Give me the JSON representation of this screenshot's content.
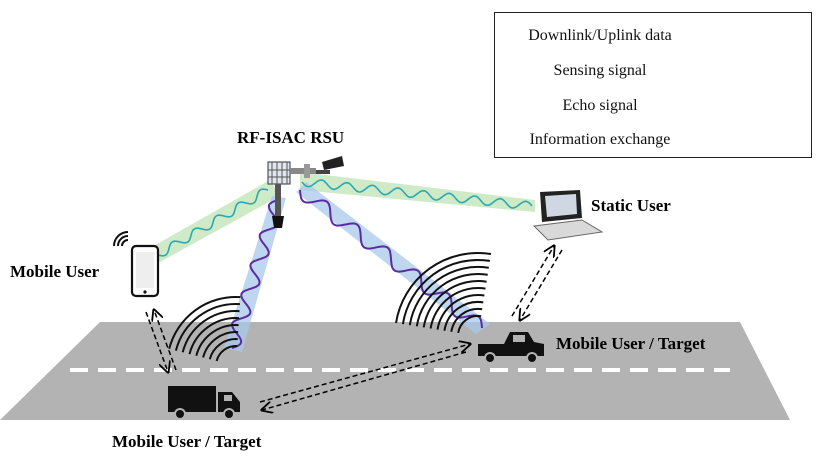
{
  "legend": {
    "items": [
      {
        "label": "Downlink/Uplink data",
        "icon": "cyan-wave-icon"
      },
      {
        "label": "Sensing signal",
        "icon": "purple-wave-icon"
      },
      {
        "label": "Echo signal",
        "icon": "echo-arcs-icon"
      },
      {
        "label": "Information exchange",
        "icon": "dashed-double-arrow-icon"
      }
    ]
  },
  "labels": {
    "rsu": "RF-ISAC RSU",
    "static_user": "Static User",
    "mobile_user": "Mobile User",
    "target_right": "Mobile User / Target",
    "target_bottom": "Mobile User / Target"
  },
  "colors": {
    "data_wave": "#2aa9b5",
    "sensing_wave": "#5a2ca0",
    "beam_green": "#bfe3b4",
    "beam_blue": "#a9c8ec",
    "road": "#b3b3b3",
    "lane": "#ffffff"
  }
}
